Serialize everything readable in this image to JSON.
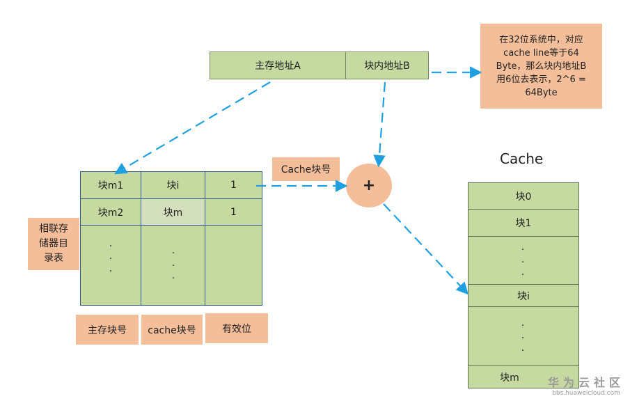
{
  "address": {
    "main_address": "主存地址A",
    "block_offset": "块内地址B"
  },
  "note": {
    "lines": [
      "在32位系统中，对应",
      "cache line等于64",
      "Byte，那么块内地址B",
      "用6位去表示，2^6 =",
      "64Byte"
    ]
  },
  "directory": {
    "rows": [
      [
        "块m1",
        "块i",
        "1"
      ],
      [
        "块m2",
        "块m",
        "1"
      ]
    ],
    "dots": ".",
    "side_label_lines": [
      "相联存",
      "储器目",
      "录表"
    ],
    "columns": [
      "主存块号",
      "cache块号",
      "有效位"
    ]
  },
  "cache_block_label": "Cache块号",
  "plus": "+",
  "cache": {
    "title": "Cache",
    "blocks": [
      "块0",
      "块1",
      "块i",
      "块m"
    ],
    "dots": "."
  },
  "watermark": {
    "brand": "华为云社区",
    "url": "bbs.huaweicloud.com"
  },
  "colors": {
    "green": "#c5d9a0",
    "orange": "#f4be9a",
    "arrow": "#1ea0e0"
  }
}
